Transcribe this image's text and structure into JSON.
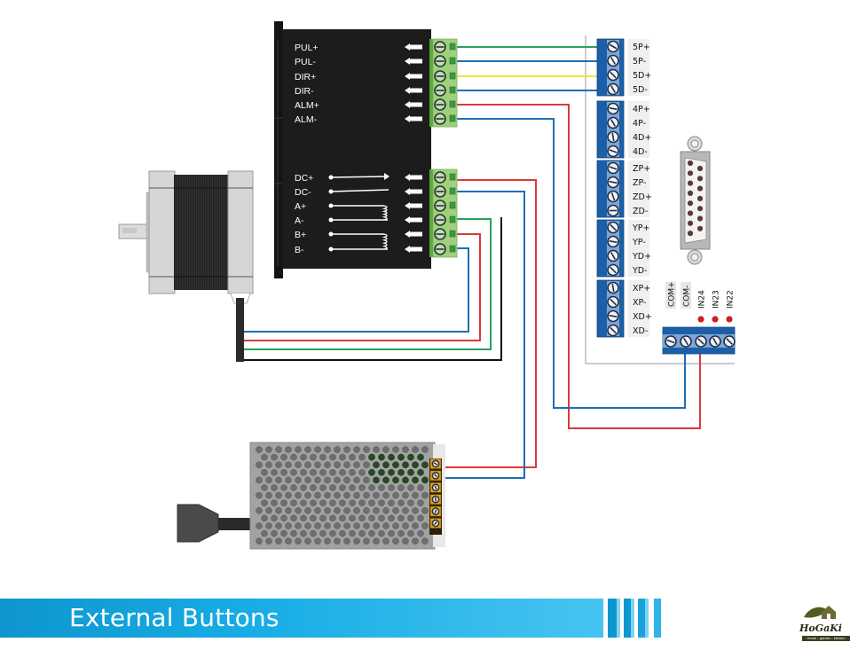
{
  "slide": {
    "title": "External Buttons",
    "logo": {
      "name": "HoGaKi",
      "tagline": "Home - garden - kitchen"
    }
  },
  "colors": {
    "wire_red": "#d93a3a",
    "wire_blue": "#1e6fb3",
    "wire_green": "#2aa060",
    "wire_yellow": "#f2e33a",
    "wire_black": "#111111",
    "driver_body": "#1c1c1c",
    "terminal_green": "#9fcf7f",
    "breakout_blue": "#1b5fa8",
    "footer_blue": "#19aee6",
    "indicator_red": "#d01e1e"
  },
  "driver": {
    "signal_pins": [
      "PUL+",
      "PUL-",
      "DIR+",
      "DIR-",
      "ALM+",
      "ALM-"
    ],
    "power_pins": [
      "DC+",
      "DC-",
      "A+",
      "A-",
      "B+",
      "B-"
    ]
  },
  "breakout_board": {
    "groups": [
      {
        "pins": [
          "5P+",
          "5P-",
          "5D+",
          "5D-"
        ]
      },
      {
        "pins": [
          "4P+",
          "4P-",
          "4D+",
          "4D-"
        ]
      },
      {
        "pins": [
          "ZP+",
          "ZP-",
          "ZD+",
          "ZD-"
        ]
      },
      {
        "pins": [
          "YP+",
          "YP-",
          "YD+",
          "YD-"
        ]
      },
      {
        "pins": [
          "XP+",
          "XP-",
          "XD+",
          "XD-"
        ]
      }
    ],
    "input_terminal": {
      "labels": [
        "COM+",
        "COM-",
        "IN24",
        "IN23",
        "IN22"
      ],
      "indicators": [
        "IN24",
        "IN23",
        "IN22"
      ]
    }
  },
  "components": {
    "stepper_motor": "stepper-motor",
    "power_supply": "power-supply",
    "db25_connector": "db25-connector"
  }
}
